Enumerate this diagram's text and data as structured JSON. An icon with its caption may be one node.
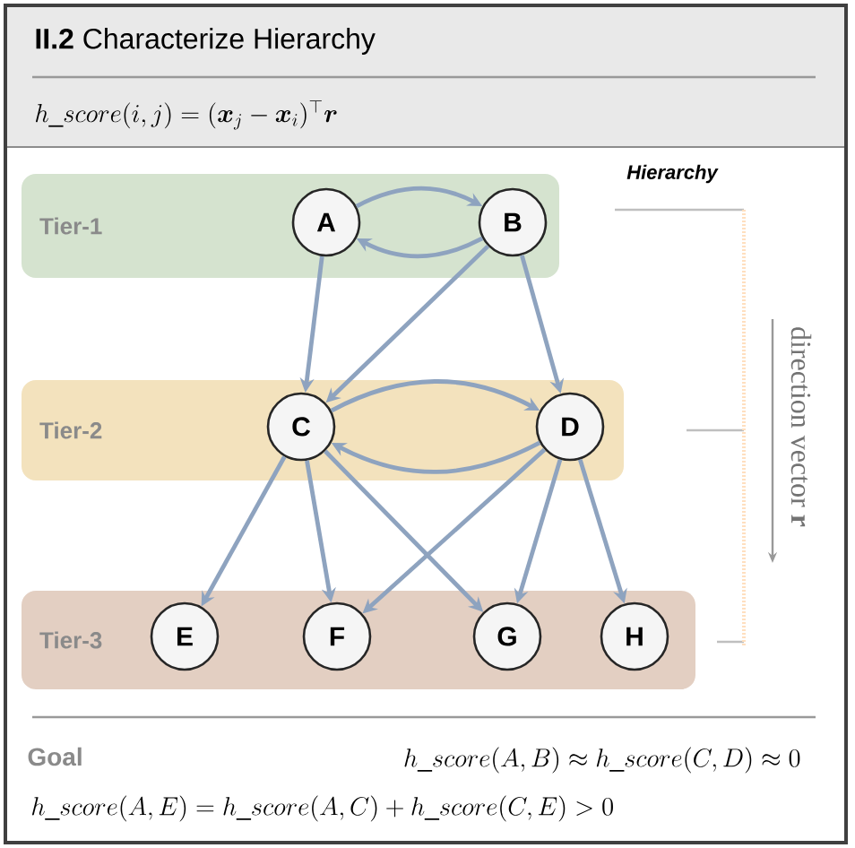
{
  "diagram": {
    "title": "**II.2** Characterize Hierarchy",
    "nodes": [
      {
        "text": [
          "Tier-1"
        ]
      },
      {
        "text": [
          "A"
        ],
        "in": 0
      },
      {
        "text": [
          "B"
        ],
        "in": 0
      },
      {
        "text": [
          "Tier-2"
        ]
      },
      {
        "text": [
          "C"
        ],
        "in": 3
      },
      {
        "text": [
          "D"
        ],
        "in": 3
      },
      {
        "text": [
          "Tier-3"
        ]
      },
      {
        "text": [
          "E"
        ],
        "in": 6
      },
      {
        "text": [
          "F"
        ],
        "in": 6
      },
      {
        "text": [
          "G"
        ],
        "in": 6
      },
      {
        "text": [
          "H"
        ],
        "in": 6
      }
    ],
    "edges": [
      {
        "from": 1,
        "to": 2,
        "arrow": "to"
      },
      {
        "from": 2,
        "to": 1,
        "arrow": "to"
      },
      {
        "from": 1,
        "to": 4,
        "arrow": "to"
      },
      {
        "from": 2,
        "to": 4,
        "arrow": "to"
      },
      {
        "from": 2,
        "to": 5,
        "arrow": "to"
      },
      {
        "from": 4,
        "to": 5,
        "arrow": "to"
      },
      {
        "from": 5,
        "to": 4,
        "arrow": "to"
      },
      {
        "from": 4,
        "to": 7,
        "arrow": "to"
      },
      {
        "from": 4,
        "to": 8,
        "arrow": "to"
      },
      {
        "from": 4,
        "to": 9,
        "arrow": "to"
      },
      {
        "from": 5,
        "to": 8,
        "arrow": "to"
      },
      {
        "from": 5,
        "to": 9,
        "arrow": "to"
      },
      {
        "from": 5,
        "to": 10,
        "arrow": "to"
      }
    ],
    "labels": [
      "h\\_score(i,j)=(\\boldsymbol{x}_{j}-\\boldsymbol{x}_{i})^{\\top}\\boldsymbol{r}",
      "Hierarchy",
      "direction vector **r**",
      "Goal",
      "h\\_score(A,B)\\approx h\\_score(C,D)\\approx 0",
      "h\\_score(A,E)=h\\_score(A,C)+h\\_score(C,E)>0"
    ]
  }
}
